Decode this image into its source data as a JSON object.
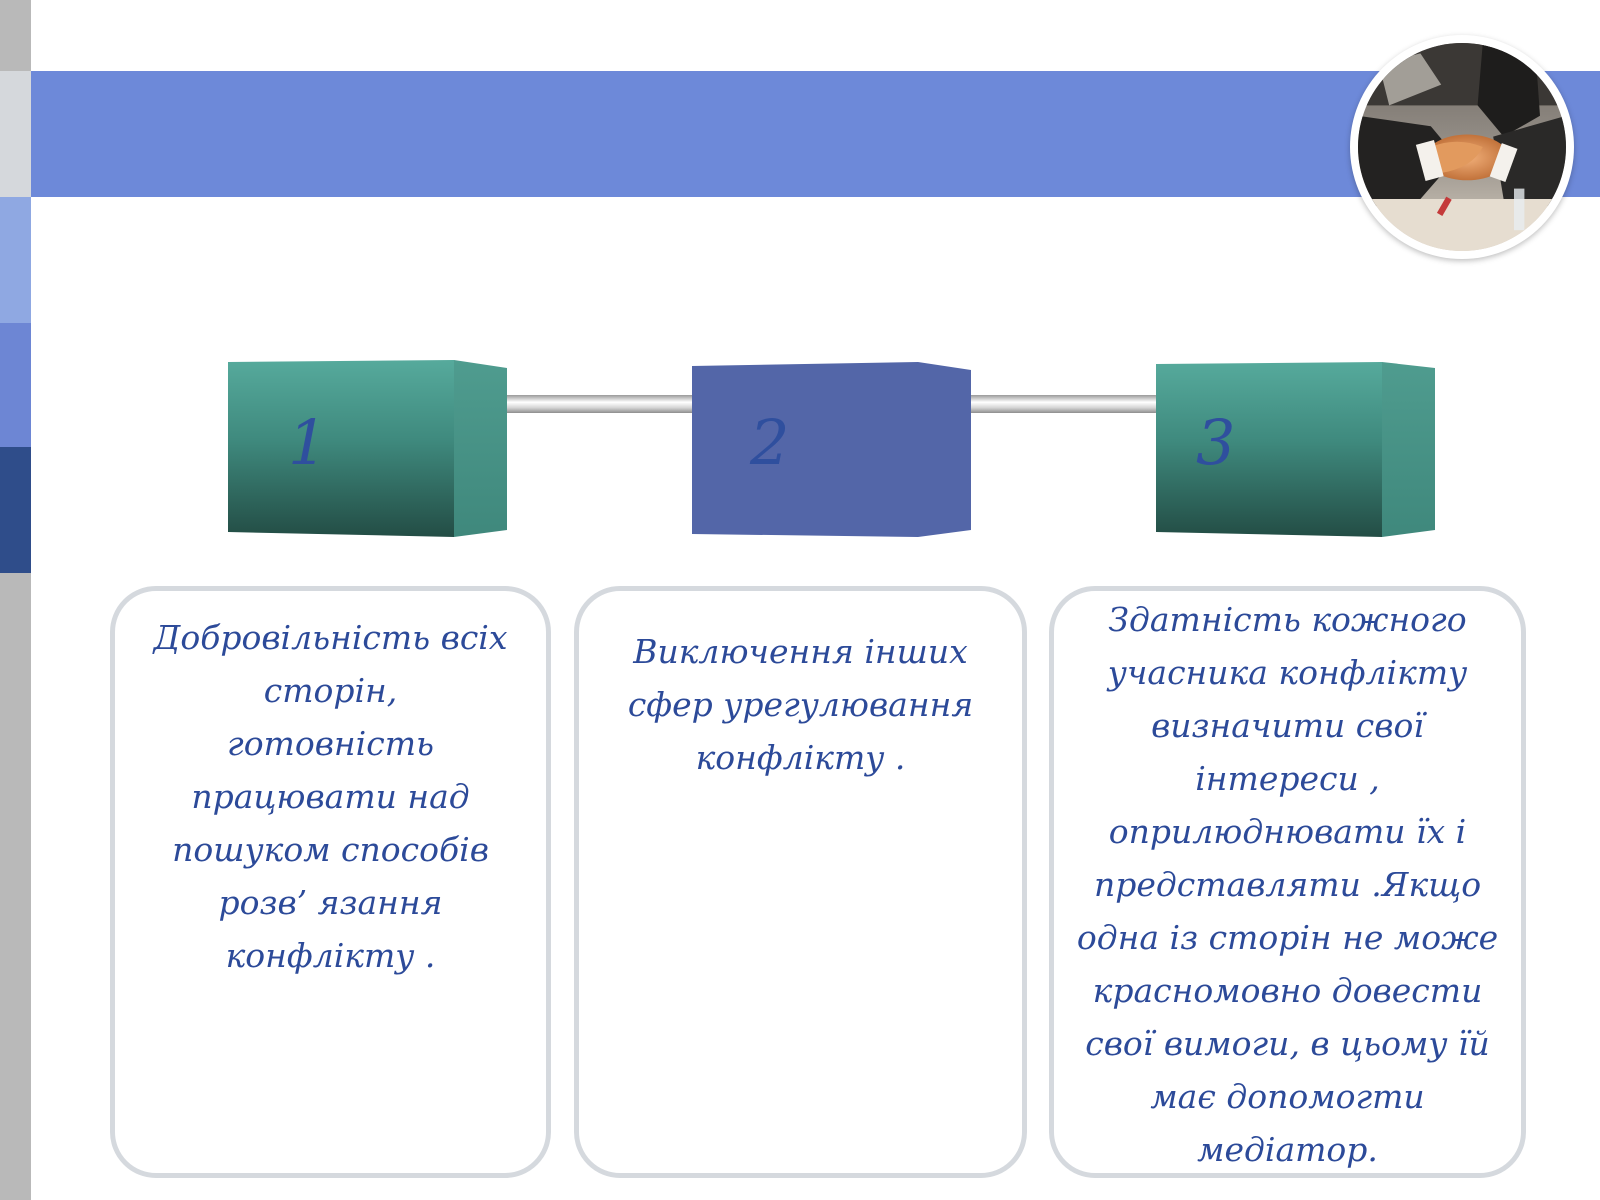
{
  "steps": [
    {
      "number": "1",
      "color": "#4fa394",
      "lines": [
        "Добровільність всіх",
        "сторін,",
        "готовність",
        "працювати  над",
        "пошуком  способів",
        "розв’ язання",
        "конфлікту ."
      ]
    },
    {
      "number": "2",
      "color": "#5366a8",
      "lines": [
        "Виключення інших",
        "сфер  урегулювання",
        "конфлікту ."
      ]
    },
    {
      "number": "3",
      "color": "#4fa394",
      "lines": [
        "Здатність кожного",
        "учасника конфлікту",
        "визначити  свої",
        "інтереси ,",
        "оприлюднювати  їх і",
        "представляти .Якщо",
        "одна із сторін не може",
        "красномовно  довести",
        "свої вимоги,  в цьому їй",
        "має допомогти",
        "медіатор."
      ]
    }
  ],
  "colors": {
    "header_band": "#6d89d9",
    "text": "#2c4a99",
    "teal": "#4fa394",
    "indigo": "#5366a8"
  },
  "photo": {
    "icon": "handshake-photo"
  }
}
